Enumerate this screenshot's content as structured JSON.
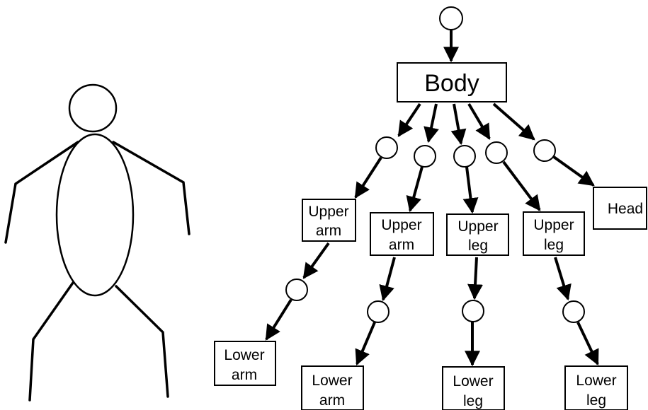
{
  "nodes": {
    "body": "Body",
    "head": "Head",
    "upper_arm_1": [
      "Upper",
      "arm"
    ],
    "upper_arm_2": [
      "Upper",
      "arm"
    ],
    "upper_leg_1": [
      "Upper",
      "leg"
    ],
    "upper_leg_2": [
      "Upper",
      "leg"
    ],
    "lower_arm_1": [
      "Lower",
      "arm"
    ],
    "lower_arm_2": [
      "Lower",
      "arm"
    ],
    "lower_leg_1": [
      "Lower",
      "leg"
    ],
    "lower_leg_2": [
      "Lower",
      "leg"
    ]
  }
}
